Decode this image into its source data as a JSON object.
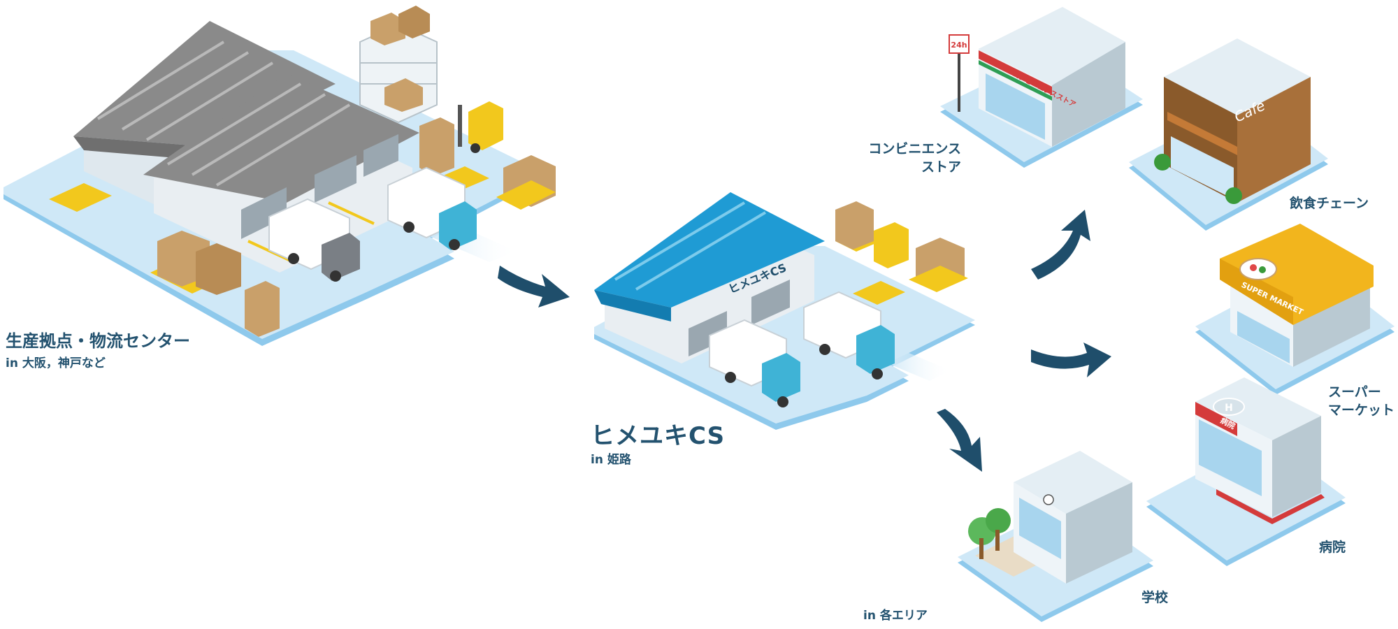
{
  "colors": {
    "ground": "#cfe8f7",
    "ground_edge": "#8ec9ec",
    "text": "#23526f",
    "arrow": "#1f4e6b",
    "brand_blue": "#1f9bd4",
    "roof_gray": "#8a8a8a",
    "pallet": "#f2c81d",
    "box": "#c9a06a",
    "truck_cab": "#3fb3d6"
  },
  "origin": {
    "title": "生産拠点・物流センター",
    "subtitle": "in 大阪，神戸など"
  },
  "hub": {
    "title": "ヒメユキCS",
    "subtitle": "in 姫路",
    "roof_sign": "ヒメユキCS"
  },
  "destinations_area": "in 各エリア",
  "destinations": {
    "convenience": {
      "label_line1": "コンビニエンス",
      "label_line2": "ストア",
      "sign": "コンビニエンスストア",
      "pole_sign": "24h"
    },
    "restaurant": {
      "label": "飲食チェーン",
      "sign": "Cafe"
    },
    "supermarket": {
      "label_line1": "スーパー",
      "label_line2": "マーケット",
      "sign": "SUPER MARKET"
    },
    "hospital": {
      "label": "病院",
      "sign": "病院",
      "roof_mark": "H"
    },
    "school": {
      "label": "学校"
    }
  }
}
